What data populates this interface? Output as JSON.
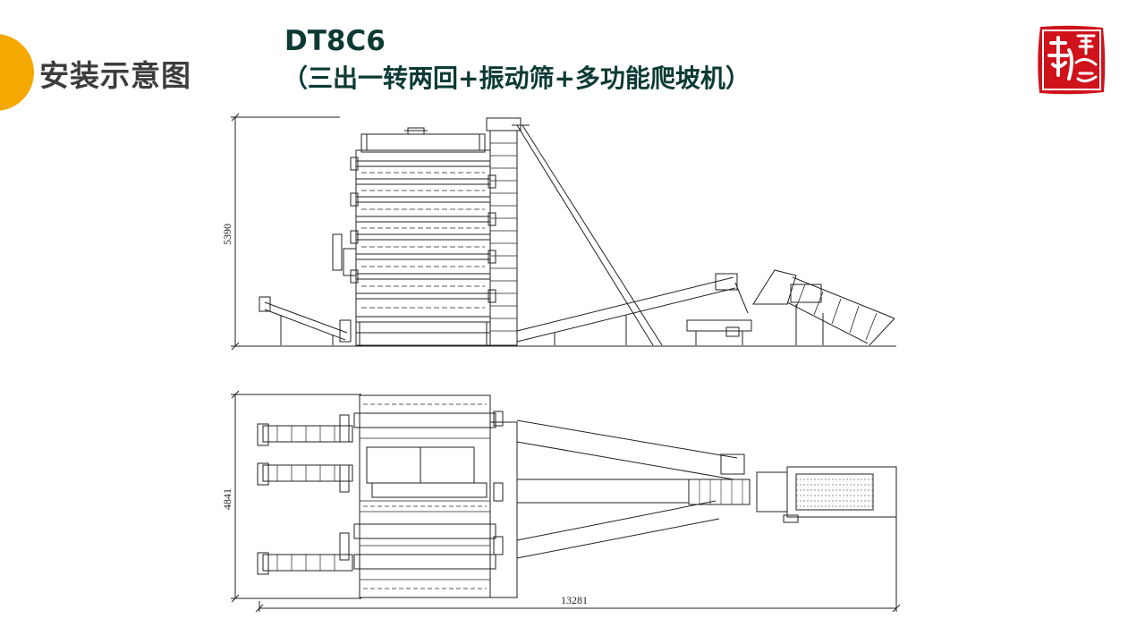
{
  "header": {
    "section_title": "安装示意图",
    "model": "DT8C6",
    "subtitle": "（三出一转两回+振动筛+多功能爬坡机）"
  },
  "logo": {
    "text": "新概念",
    "color": "#d0121b"
  },
  "drawing": {
    "side_view_height_dim": "5390",
    "top_view_width_dim": "4841",
    "overall_length_dim": "13281"
  },
  "colors": {
    "accent": "#f5a800",
    "title": "#0c3a34",
    "section_title": "#3c3c3c",
    "line": "#222222"
  }
}
